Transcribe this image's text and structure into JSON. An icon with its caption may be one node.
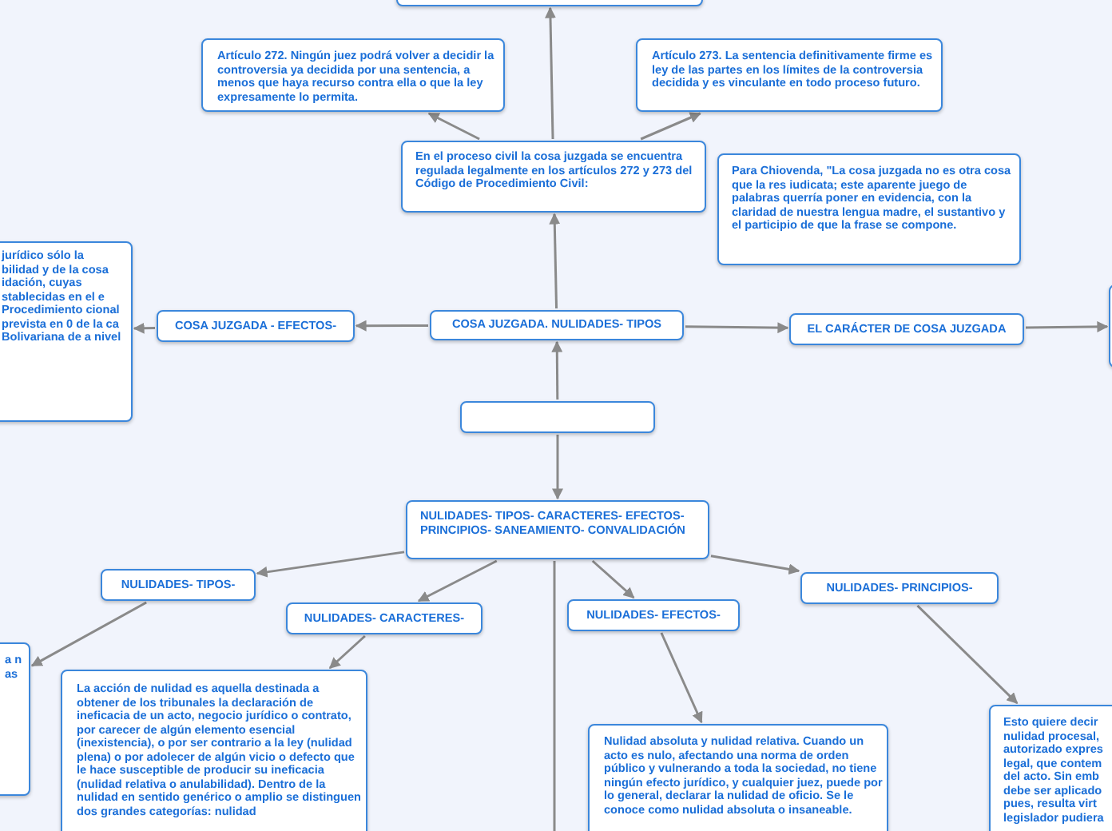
{
  "diagram": {
    "nodes": [
      {
        "text": [],
        "shape": "box"
      },
      {
        "text": [
          "Artículo 272. Ningún juez podrá volver a decidir la controversia ya decidida por una sentencia, a menos que haya recurso contra ella o que la ley expresamente lo permita."
        ]
      },
      {
        "text": [
          "Artículo 273. La sentencia definitivamente firme es ley de las partes en los límites de la controversia decidida y es vinculante en todo proceso futuro."
        ]
      },
      {
        "text": [
          "En el proceso civil la cosa juzgada se encuentra regulada legalmente en los artículos 272 y 273 del Código de Procedimiento Civil:"
        ]
      },
      {
        "text": [
          "Para Chiovenda, \"La cosa juzgada no es otra cosa que la res iudicata; este aparente juego de palabras querría poner en evidencia, con la claridad de nuestra lengua madre, el sustantivo y el participio de que la frase se compone."
        ]
      },
      {
        "text": [
          "jurídico sólo la bilidad y de la cosa idación, cuyas stablecidas en el e Procedimiento cional prevista en 0 de la ca Bolivariana de a nivel"
        ]
      },
      {
        "text": [
          "COSA JUZGADA - EFECTOS-"
        ]
      },
      {
        "text": [
          "COSA JUZGADA. NULIDADES- TIPOS"
        ]
      },
      {
        "text": [
          "EL CARÁCTER DE COSA JUZGADA"
        ]
      },
      {
        "text": [],
        "shape": "box"
      },
      {
        "text": [],
        "shape": "box"
      },
      {
        "text": [
          "NULIDADES- TIPOS- CARACTERES- EFECTOS- PRINCIPIOS- SANEAMIENTO- CONVALIDACIÓN"
        ]
      },
      {
        "text": [
          "NULIDADES- TIPOS-"
        ]
      },
      {
        "text": [
          "NULIDADES- CARACTERES-"
        ]
      },
      {
        "text": [
          "NULIDADES-  EFECTOS-"
        ]
      },
      {
        "text": [
          "NULIDADES-  PRINCIPIOS-"
        ]
      },
      {
        "text": [
          "a n as"
        ]
      },
      {
        "text": [
          "La acción de nulidad es aquella destinada a obtener de los tribunales la declaración de ineficacia de un acto, negocio jurídico o contrato, por carecer de algún elemento esencial (inexistencia), o por ser contrario a la ley (nulidad plena) o por adolecer de algún vicio o defecto que le hace susceptible de producir su ineficacia (nulidad relativa o anulabilidad). Dentro de la nulidad en sentido genérico o amplio se distinguen dos grandes categorías: nulidad"
        ]
      },
      {
        "text": [
          "Nulidad absoluta y nulidad relativa. Cuando un acto es nulo, afectando una norma de orden público y vulnerando a toda la sociedad, no tiene ningún efecto jurídico, y cualquier juez, puede por lo general, declarar la nulidad de oficio. Se le conoce como nulidad absoluta o insaneable."
        ]
      },
      {
        "text": [
          "Esto quiere decir nulidad procesal, autorizado expres legal, que contem del acto. Sin emb debe ser aplicado pues, resulta virt legislador pudiera"
        ]
      }
    ],
    "edges": [
      {
        "from": 3,
        "to": 0,
        "arrow": "to"
      },
      {
        "from": 3,
        "to": 1,
        "arrow": "to"
      },
      {
        "from": 3,
        "to": 2,
        "arrow": "to"
      },
      {
        "from": 7,
        "to": 3,
        "arrow": "to"
      },
      {
        "from": 7,
        "to": 6,
        "arrow": "to"
      },
      {
        "from": 6,
        "to": 5,
        "arrow": "to"
      },
      {
        "from": 7,
        "to": 8,
        "arrow": "to"
      },
      {
        "from": 8,
        "to": 9,
        "arrow": "to"
      },
      {
        "from": 10,
        "to": 7,
        "arrow": "to"
      },
      {
        "from": 10,
        "to": 11,
        "arrow": "to"
      },
      {
        "from": 11,
        "to": 12,
        "arrow": "to"
      },
      {
        "from": 11,
        "to": 13,
        "arrow": "to"
      },
      {
        "from": 11,
        "to": 14,
        "arrow": "to"
      },
      {
        "from": 11,
        "to": 15,
        "arrow": "to"
      },
      {
        "from": 12,
        "to": 16,
        "arrow": "to"
      },
      {
        "from": 13,
        "to": 17,
        "arrow": "to"
      },
      {
        "from": 14,
        "to": 18,
        "arrow": "to"
      },
      {
        "from": 15,
        "to": 19,
        "arrow": "to"
      },
      {
        "from": 11,
        "to": null,
        "arrow": "none"
      }
    ]
  }
}
